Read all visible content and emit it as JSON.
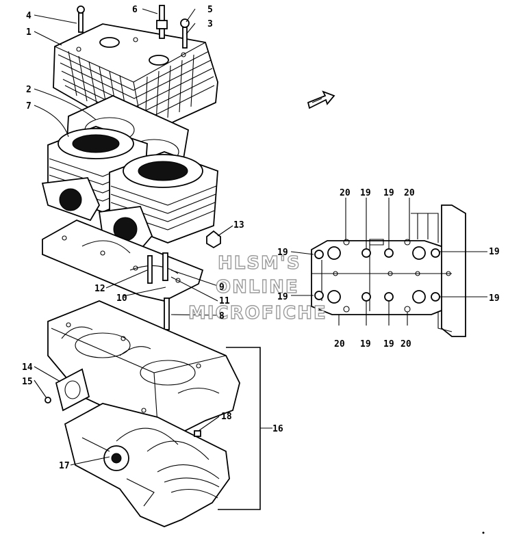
{
  "watermark": {
    "line1": "HLSM'S",
    "line2": "ONLINE",
    "line3": "MICROFICHE"
  },
  "main_callouts": {
    "c1": "1",
    "c2": "2",
    "c3": "3",
    "c4": "4",
    "c5": "5",
    "c6": "6",
    "c7": "7",
    "c8": "8",
    "c9": "9",
    "c10": "10",
    "c11": "11",
    "c12": "12",
    "c13": "13",
    "c14": "14",
    "c15": "15",
    "c16": "16",
    "c17": "17",
    "c18": "18"
  },
  "detail_callouts": {
    "top": [
      "20",
      "19",
      "19",
      "20"
    ],
    "bottom": [
      "20",
      "19",
      "19",
      "20"
    ],
    "left": [
      "19",
      "19"
    ],
    "right": [
      "19",
      "19"
    ]
  },
  "icons": {
    "direction_arrow": "front-direction-arrow-icon"
  }
}
